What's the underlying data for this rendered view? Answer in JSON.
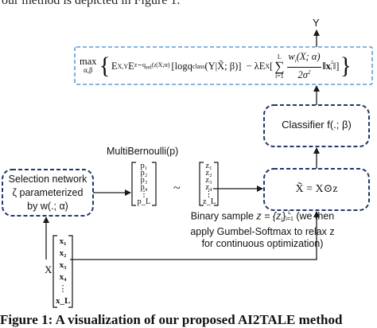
{
  "header_text": "our method is depicted in Figure 1.",
  "caption": "Figure 1: A visualization of our proposed AI2TALE method",
  "top_output_label": "Y",
  "objective": {
    "max_sub": "α,β",
    "expectation_outer": "E",
    "expectation_outer_sub": "X,Y",
    "expectation_inner": "E",
    "expectation_inner_sub": "z∼q",
    "expectation_inner_subsub": "sel",
    "expectation_inner_args": "(z|X;α)",
    "log_term": "[logq",
    "log_sub": "class",
    "log_args": "(Y|X̃; β)]",
    "minus": "− λE",
    "reg_sub": "X",
    "sum_top": "L",
    "sum_bottom": "i=1",
    "frac_num": "w",
    "frac_num_sub": "i",
    "frac_num_args": "(X; α)",
    "frac_den": "2σ",
    "frac_den_sup": "2",
    "norm": "‖x",
    "norm_sub": "i",
    "norm_sup": "2",
    "norm_close": "‖]"
  },
  "classifier_box": {
    "label": "Classifier f(.; β)"
  },
  "selection_box": {
    "line1": "Selection network",
    "line2": "ζ parameterized",
    "line3": "by w(.; α)"
  },
  "product_box": {
    "label": "X̃ = X⊙z"
  },
  "multibernoulli_label": "MultiBernoulli(p)",
  "p_vector": [
    "p₁",
    "p₂",
    "p₃",
    "p₄",
    "⋮",
    "p_L"
  ],
  "tilde": "~",
  "z_vector": [
    "z₁",
    "z₂",
    "z₃",
    "z₄",
    "⋮",
    "z_L"
  ],
  "x_label": "X",
  "x_vector": [
    "x₁",
    "x₂",
    "x₃",
    "x₄",
    "⋮",
    "x_L"
  ],
  "binary_note": {
    "line1_a": "Binary sample ",
    "line1_b": "z = {z",
    "line1_c": "}",
    "line1_sub": "i",
    "line1_sup": "L",
    "line1_sub2": "i=1",
    "line1_d": " (we then",
    "line2": "apply Gumbel-Softmax to relax z",
    "line3": "for continuous optimization)"
  },
  "colors": {
    "dashed_box": "#1f3a6b",
    "objective_border": "#5b9bd5",
    "arrow": "#1a1a1a"
  }
}
